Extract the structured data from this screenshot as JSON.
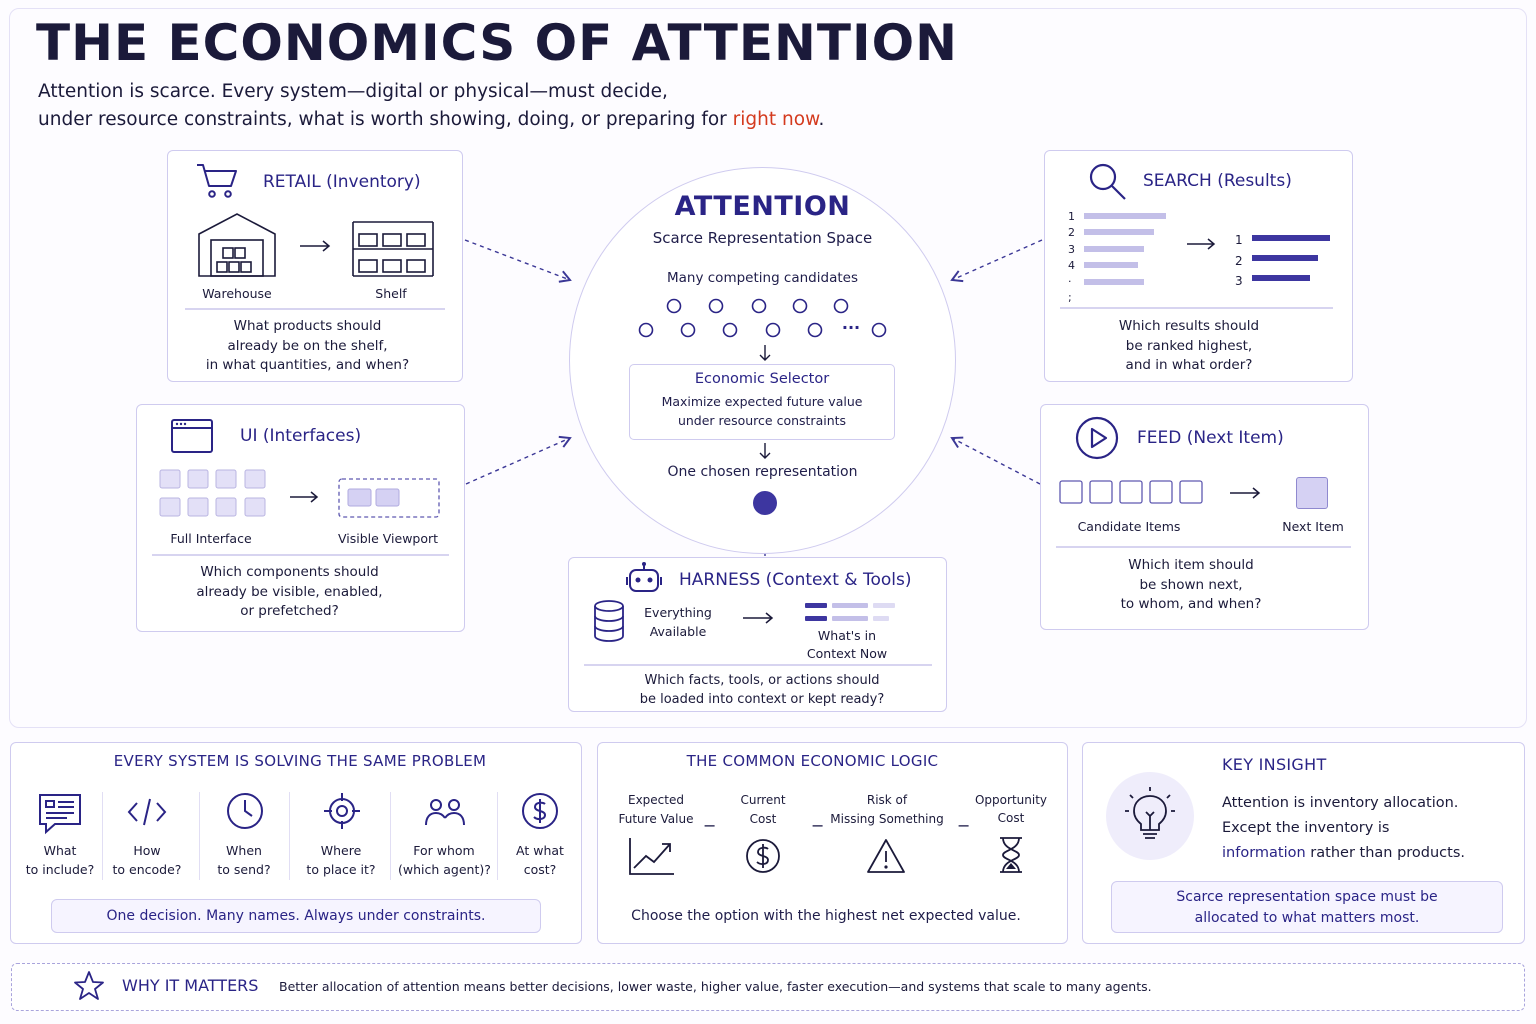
{
  "header": {
    "title": "THE ECONOMICS OF ATTENTION",
    "subtitle_line1": "Attention is scarce. Every system—digital or physical—must decide,",
    "subtitle_line2_pre": "under resource constraints, what is worth showing, doing, or preparing for ",
    "subtitle_highlight": "right now",
    "subtitle_line2_post": "."
  },
  "center": {
    "title": "ATTENTION",
    "subtitle": "Scarce Representation Space",
    "candidates_label": "Many competing candidates",
    "ellipsis": "···",
    "selector_title": "Economic Selector",
    "selector_line1": "Maximize expected future value",
    "selector_line2": "under resource constraints",
    "chosen_label": "One chosen representation"
  },
  "retail": {
    "title": "RETAIL",
    "title_paren": "(Inventory)",
    "from_label": "Warehouse",
    "to_label": "Shelf",
    "q1": "What products should",
    "q2": "already be on the shelf,",
    "q3": "in what quantities, and when?"
  },
  "ui": {
    "title": "UI",
    "title_paren": "(Interfaces)",
    "from_label": "Full Interface",
    "to_label": "Visible Viewport",
    "q1": "Which components should",
    "q2": "already be visible, enabled,",
    "q3": "or prefetched?"
  },
  "search": {
    "title": "SEARCH",
    "title_paren": "(Results)",
    "left_numbers": [
      "1",
      "2",
      "3",
      "4",
      "·",
      ";"
    ],
    "right_numbers": [
      "1",
      "2",
      "3"
    ],
    "q1": "Which results should",
    "q2": "be ranked highest,",
    "q3": "and in what order?"
  },
  "feed": {
    "title": "FEED",
    "title_paren": "(Next Item)",
    "from_label": "Candidate Items",
    "to_label": "Next Item",
    "q1": "Which item should",
    "q2": "be shown next,",
    "q3": "to whom, and when?"
  },
  "harness": {
    "title": "HARNESS",
    "title_paren": "(Context & Tools)",
    "from_line1": "Everything",
    "from_line2": "Available",
    "to_line1": "What's in",
    "to_line2": "Context Now",
    "q1": "Which facts, tools, or actions should",
    "q2": "be loaded into context or kept ready?"
  },
  "problem": {
    "title": "EVERY SYSTEM IS SOLVING THE SAME PROBLEM",
    "items": [
      {
        "icon": "message-icon",
        "line1": "What",
        "line2": "to include?"
      },
      {
        "icon": "code-icon",
        "line1": "How",
        "line2": "to encode?"
      },
      {
        "icon": "clock-icon",
        "line1": "When",
        "line2": "to send?"
      },
      {
        "icon": "target-icon",
        "line1": "Where",
        "line2": "to place it?"
      },
      {
        "icon": "people-icon",
        "line1": "For whom",
        "line2": "(which agent)?"
      },
      {
        "icon": "dollar-icon",
        "line1": "At what",
        "line2": "cost?"
      }
    ],
    "footer": "One decision. Many names. Always under constraints."
  },
  "logic": {
    "title": "THE COMMON ECONOMIC LOGIC",
    "terms": [
      {
        "icon": "chart-up-icon",
        "line1": "Expected",
        "line2": "Future Value"
      },
      {
        "icon": "dollar-icon",
        "line1": "Current",
        "line2": "Cost"
      },
      {
        "icon": "warning-icon",
        "line1": "Risk of",
        "line2": "Missing Something"
      },
      {
        "icon": "hourglass-icon",
        "line1": "Opportunity",
        "line2": "Cost"
      }
    ],
    "operator": "−",
    "footer": "Choose the option with the highest net expected value."
  },
  "insight": {
    "title": "KEY INSIGHT",
    "line1": "Attention is inventory allocation.",
    "line2": "Except the inventory is",
    "line3_highlight": "information",
    "line3_rest": " rather than products.",
    "callout1": "Scarce representation space must be",
    "callout2": "allocated to what matters most."
  },
  "why": {
    "title": "WHY IT MATTERS",
    "text": "Better allocation of attention means better decisions, lower waste, higher value, faster execution—and systems that scale to many agents."
  },
  "colors": {
    "accent": "#2a2486",
    "highlight": "#d43a1e",
    "border": "#cfcbef",
    "dot": "#3d36a0"
  }
}
